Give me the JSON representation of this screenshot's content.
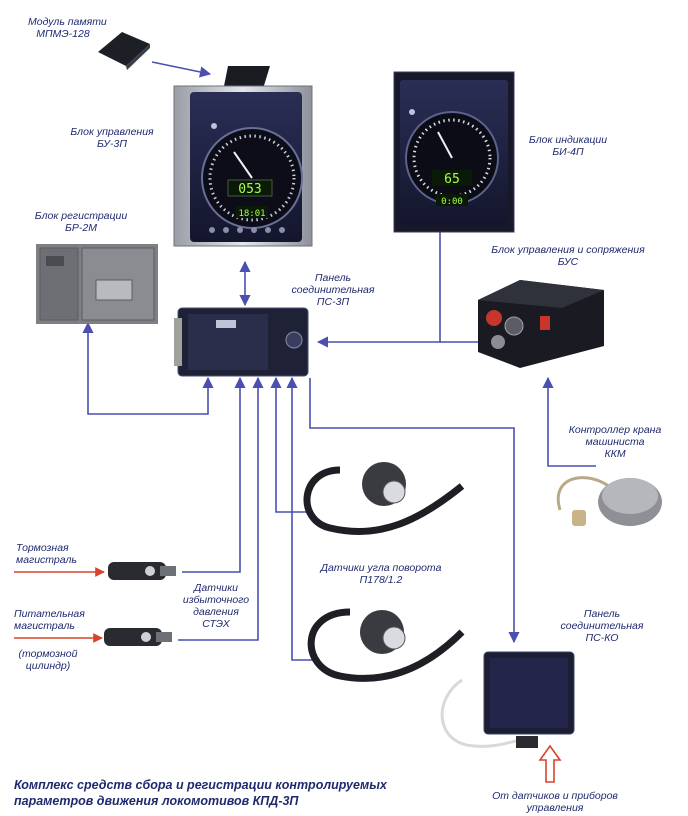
{
  "labels": {
    "memory_module": [
      "Модуль памяти",
      "МПМЭ-128"
    ],
    "control_unit": [
      "Блок управления",
      "БУ-3П"
    ],
    "indication_unit": [
      "Блок индикации",
      "БИ-4П"
    ],
    "registration_unit": [
      "Блок регистрации",
      "БР-2М"
    ],
    "coupling_unit": [
      "Блок управления и сопряжения",
      "БУС"
    ],
    "connection_panel_main": [
      "Панель",
      "соединительная",
      "ПС-3П"
    ],
    "crane_controller": [
      "Контроллер крана",
      "машиниста",
      "ККМ"
    ],
    "brake_line": [
      "Тормозная",
      "магистраль"
    ],
    "feed_line": [
      "Питательная",
      "магистраль"
    ],
    "brake_cylinder": [
      "(тормозной",
      "цилиндр)"
    ],
    "pressure_sensors": [
      "Датчики",
      "избыточного",
      "давления",
      "СТЭХ"
    ],
    "angle_sensors": [
      "Датчики угла поворота",
      "П178/1.2"
    ],
    "connection_panel_ko": [
      "Панель",
      "соединительная",
      "ПС-КО"
    ],
    "from_sensors": [
      "От датчиков и приборов",
      "управления"
    ]
  },
  "displays": {
    "control_unit_readout": "053",
    "control_unit_small": "18:01",
    "indication_unit_readout": "65",
    "indication_unit_small": "0:00"
  },
  "caption": [
    "Комплекс средств сбора и регистрации контролируемых",
    "параметров движения локомотивов КПД-3П"
  ],
  "colors": {
    "label_text": "#1f2a6e",
    "connector_line": "#4a4fb0",
    "input_arrow": "#d9422b",
    "device_panel": "#1c1f3a",
    "device_body": "#c8cad0"
  }
}
